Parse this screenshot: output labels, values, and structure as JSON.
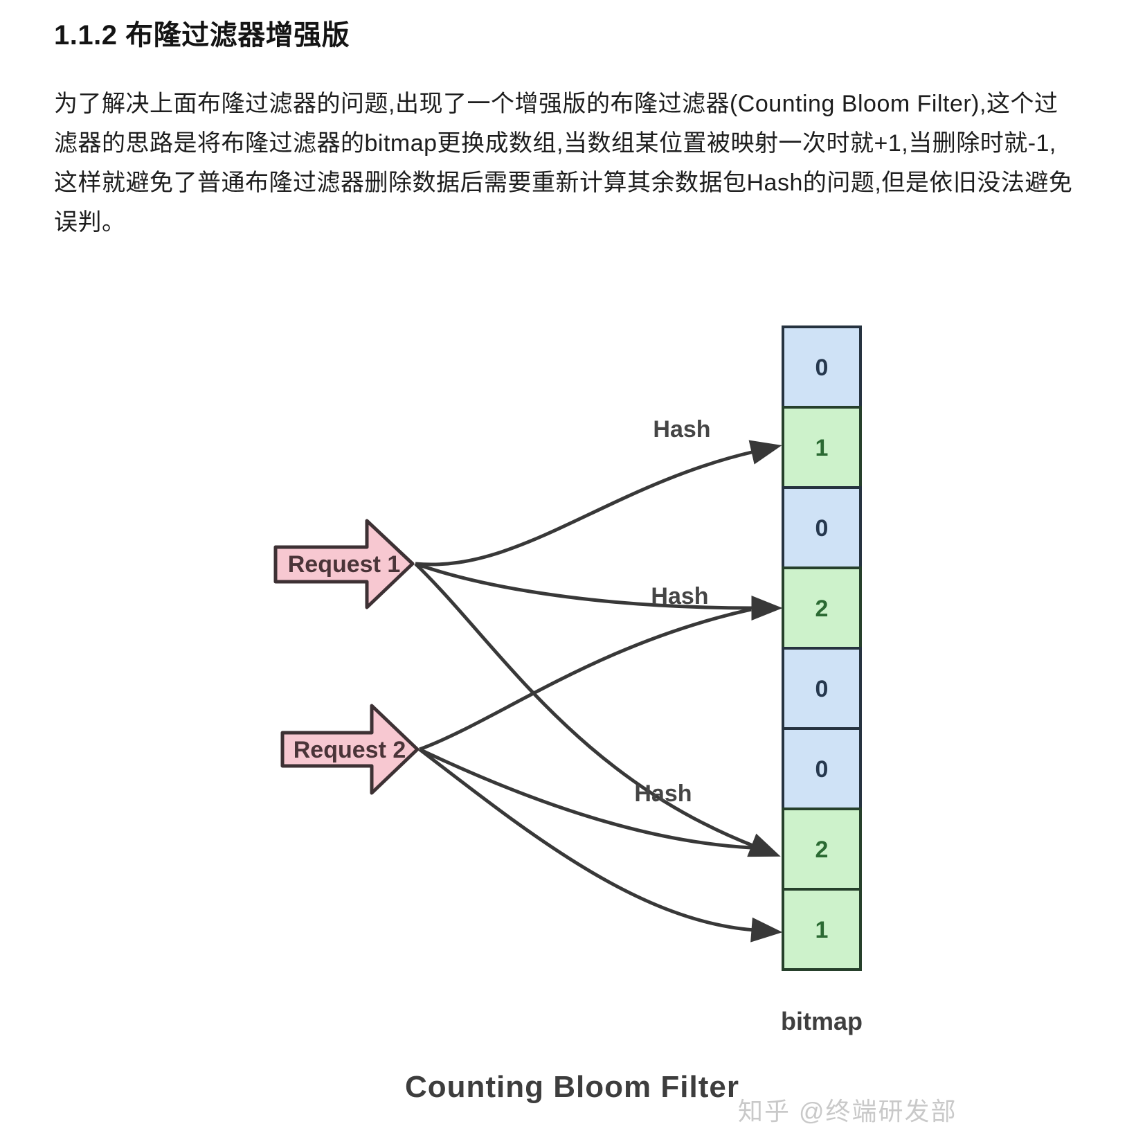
{
  "heading": {
    "text": "1.1.2 布隆过滤器增强版"
  },
  "paragraph": {
    "lines": [
      "为了解决上面布隆过滤器的问题,出现了一个增强版的布隆过滤器(Counting Bloom Filter),这个过",
      "滤器的思路是将布隆过滤器的bitmap更换成数组,当数组某位置被映射一次时就+1,当删除时就-1,",
      "这样就避免了普通布隆过滤器删除数据后需要重新计算其余数据包Hash的问题,但是依旧没法避免",
      "误判。"
    ]
  },
  "diagram": {
    "requests": [
      {
        "label": "Request 1"
      },
      {
        "label": "Request 2"
      }
    ],
    "hash_labels": [
      "Hash",
      "Hash",
      "Hash"
    ],
    "bitmap": {
      "label": "bitmap",
      "cells": [
        {
          "value": "0",
          "fill": "#cfe2f6",
          "border": "#263340",
          "text_color": "#26384e"
        },
        {
          "value": "1",
          "fill": "#cdf2cb",
          "border": "#26402b",
          "text_color": "#2b6a33"
        },
        {
          "value": "0",
          "fill": "#cfe2f6",
          "border": "#263340",
          "text_color": "#26384e"
        },
        {
          "value": "2",
          "fill": "#cdf2cb",
          "border": "#26402b",
          "text_color": "#2b6a33"
        },
        {
          "value": "0",
          "fill": "#cfe2f6",
          "border": "#263340",
          "text_color": "#26384e"
        },
        {
          "value": "0",
          "fill": "#cfe2f6",
          "border": "#263340",
          "text_color": "#26384e"
        },
        {
          "value": "2",
          "fill": "#cdf2cb",
          "border": "#26402b",
          "text_color": "#2b6a33"
        },
        {
          "value": "1",
          "fill": "#cdf2cb",
          "border": "#26402b",
          "text_color": "#2b6a33"
        }
      ]
    },
    "colors": {
      "arrow_fill": "#f7c8d1",
      "arrow_border": "#3d3134",
      "arrow_text": "#4a3438",
      "connector": "#383838"
    }
  },
  "caption": {
    "title": "Counting Bloom Filter",
    "watermark": "知乎 @终端研发部"
  }
}
